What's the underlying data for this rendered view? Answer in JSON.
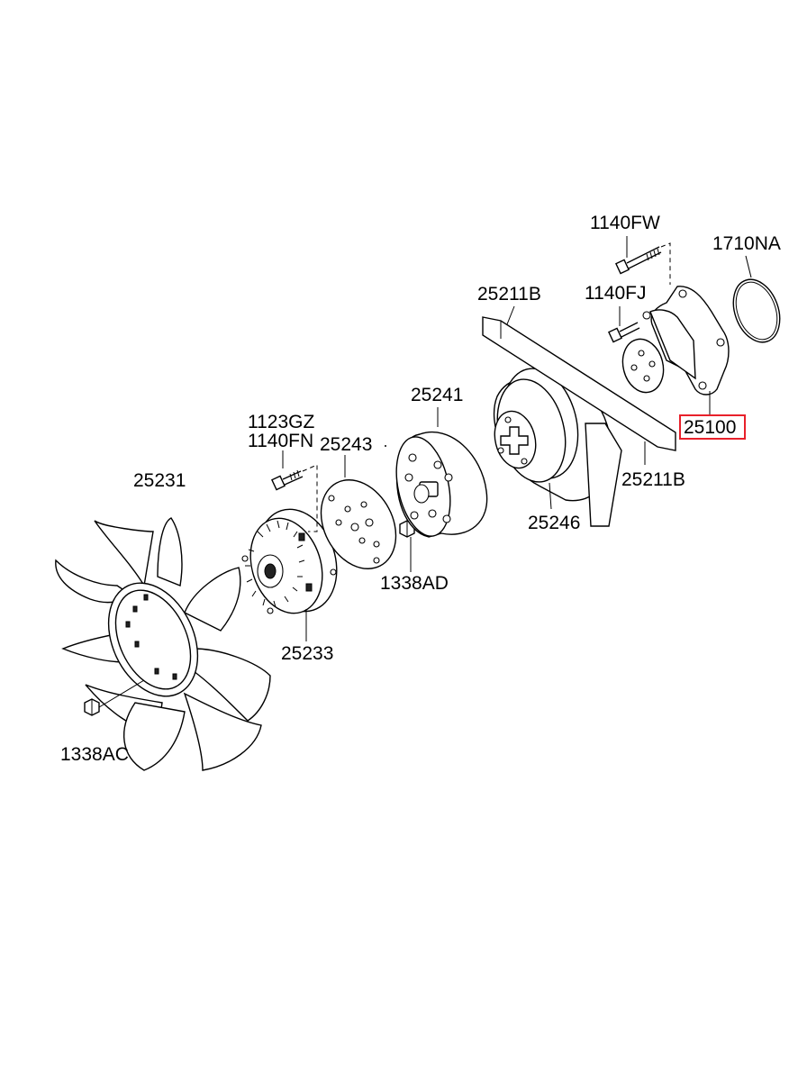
{
  "labels": {
    "p1140FW": "1140FW",
    "p1710NA": "1710NA",
    "p25211B_top": "25211B",
    "p1140FJ": "1140FJ",
    "p25241": "25241",
    "p1123GZ": "1123GZ",
    "p1140FN": "1140FN",
    "p25243": "25243",
    "p25100": "25100",
    "p25231": "25231",
    "p25211B_bottom": "25211B",
    "p25246": "25246",
    "p1338AD": "1338AD",
    "p25233": "25233",
    "p1338AC": "1338AC"
  },
  "highlighted_part": "25100",
  "colors": {
    "line": "#000000",
    "highlight": "#e8202a",
    "background": "#ffffff"
  }
}
